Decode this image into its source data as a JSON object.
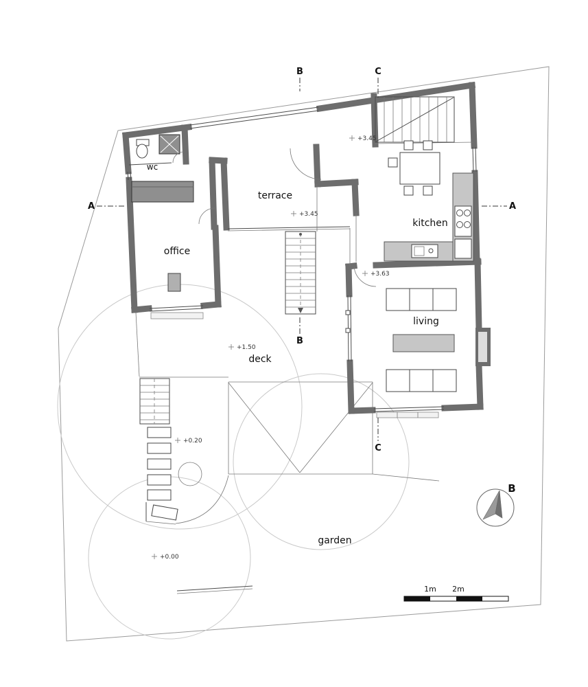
{
  "rooms": {
    "wc": "wc",
    "terrace": "terrace",
    "kitchen": "kitchen",
    "office": "office",
    "living": "living",
    "deck": "deck",
    "garden": "garden"
  },
  "levels": {
    "terrace_upper": "+3.45",
    "terrace": "+3.45",
    "living": "+3.63",
    "deck": "+1.50",
    "steps": "+0.20",
    "garden": "+0.00"
  },
  "sections": {
    "b_top": "B",
    "c_top": "C",
    "a_left": "A",
    "a_right": "A",
    "b_mid": "B",
    "c_bottom": "C"
  },
  "north": {
    "label": "B"
  },
  "scalebar": {
    "m1": "1m",
    "m2": "2m"
  },
  "colors": {
    "wall": "#6d6d6d",
    "counter": "#c6c6c6",
    "dark_fixture": "#8f8f8f",
    "line": "#444444",
    "tree": "#c9c9c9",
    "boundary": "#9a9a9a"
  }
}
